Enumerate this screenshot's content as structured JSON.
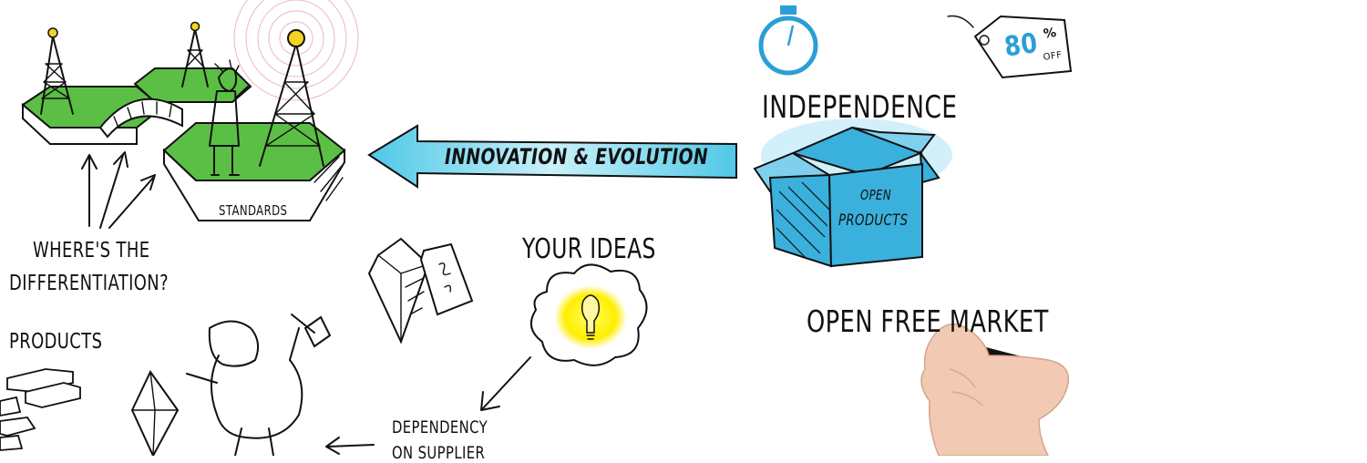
{
  "labels": {
    "standards": "STANDARDS",
    "differentiation_line1": "WHERE'S THE",
    "differentiation_line2": "DIFFERENTIATION?",
    "products": "PRODUCTS",
    "innovation": "INNOVATION & EVOLUTION",
    "your_ideas": "YOUR IDEAS",
    "dependency_line1": "DEPENDENCY",
    "dependency_line2": "ON SUPPLIER",
    "independence": "INDEPENDENCE",
    "open_products_line1": "OPEN",
    "open_products_line2": "PRODUCTS",
    "open_free_market": "OPEN FREE MARKET",
    "discount_value": "80",
    "discount_percent": "%",
    "discount_off": "OFF"
  },
  "icons": {
    "towers": "radio-tower-icon",
    "arch_bridge": "bridge-icon",
    "stopwatch": "stopwatch-icon",
    "price_tag": "price-tag-icon",
    "box": "open-box-icon",
    "lightbulb": "lightbulb-icon",
    "gem": "gem-icon",
    "hand": "hand-with-marker-icon"
  },
  "colors": {
    "hex_green": "#5cbf45",
    "arrow_blue": "#4fc8e6",
    "box_blue": "#3ab0dc",
    "stopwatch_blue": "#2a9fd6",
    "bulb_yellow": "#ffee00",
    "ink": "#111111"
  }
}
